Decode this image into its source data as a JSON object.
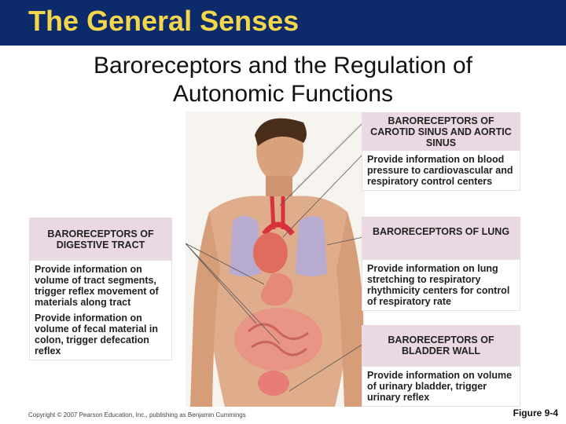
{
  "header": {
    "title": "The General Senses"
  },
  "subtitle": {
    "line1": "Baroreceptors and the Regulation of",
    "line2": "Autonomic Functions"
  },
  "boxes": {
    "carotid": {
      "heading": "BARORECEPTORS OF CAROTID SINUS AND AORTIC SINUS",
      "text": [
        "Provide information on blood pressure to cardiovascular and respiratory control centers"
      ]
    },
    "lung": {
      "heading": "BARORECEPTORS OF LUNG",
      "text": [
        "Provide information on lung stretching to respiratory rhythmicity centers for control of respiratory rate"
      ]
    },
    "bladder": {
      "heading": "BARORECEPTORS OF BLADDER WALL",
      "text": [
        "Provide information on volume of urinary bladder, trigger urinary reflex"
      ]
    },
    "digestive": {
      "heading": "BARORECEPTORS OF DIGESTIVE TRACT",
      "text": [
        "Provide information on volume of tract segments, trigger reflex movement of materials along tract",
        "Provide information on volume of fecal material in colon, trigger defecation reflex"
      ]
    }
  },
  "footer": {
    "copyright": "Copyright © 2007 Pearson Education, Inc., publishing as Benjamin Cummings",
    "figure": "Figure 9-4"
  }
}
